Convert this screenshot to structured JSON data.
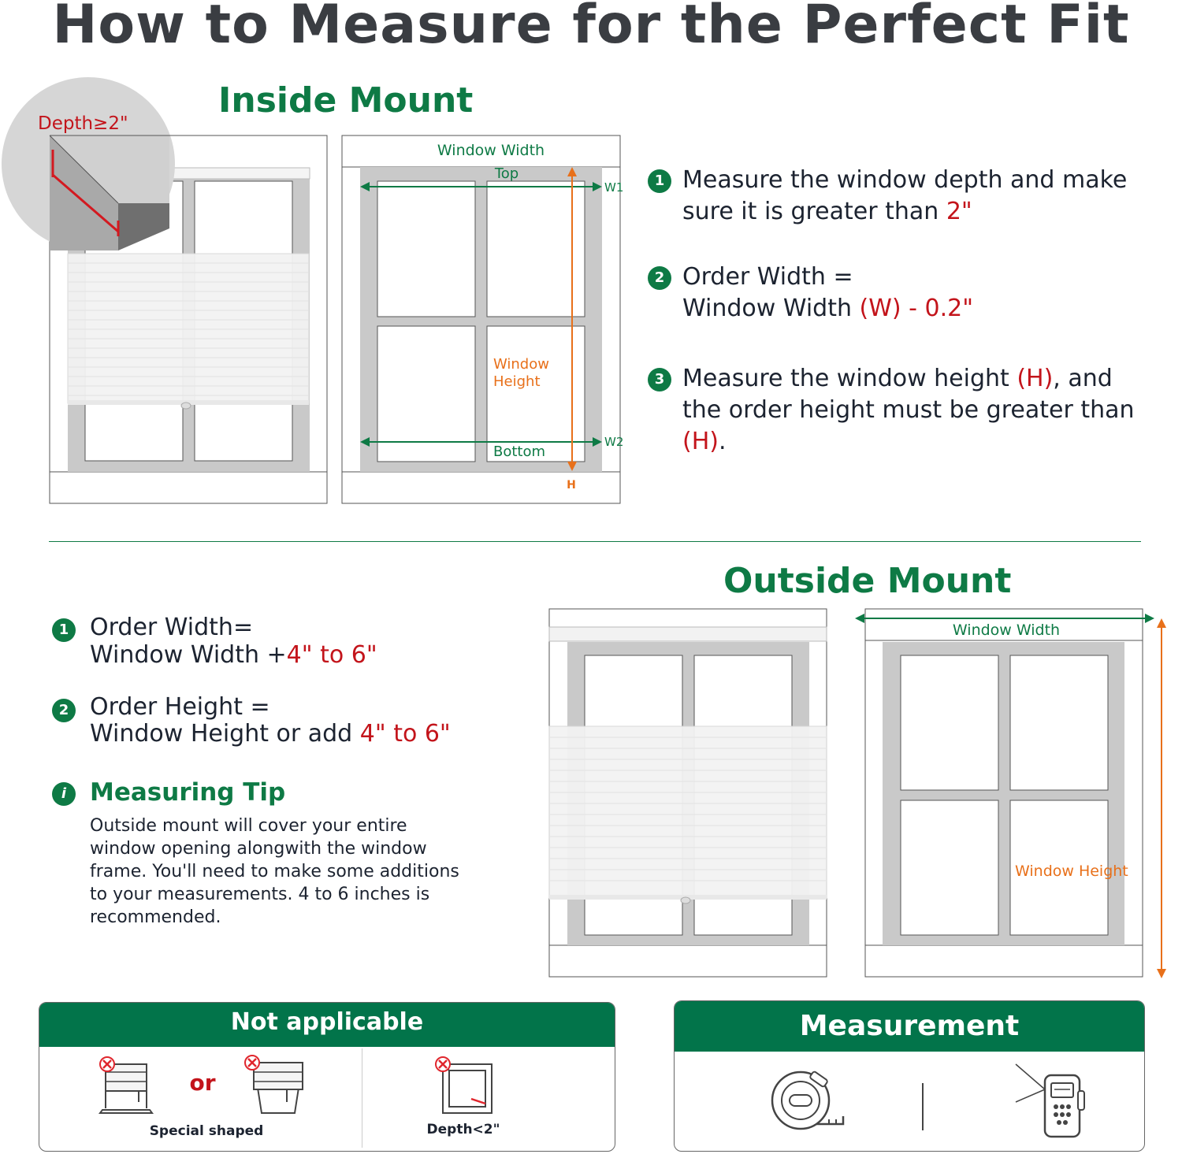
{
  "title": "How to Measure for the Perfect Fit",
  "inside": {
    "heading": "Inside Mount",
    "depth_label": "Depth≥2\"",
    "window_width": "Window Width",
    "top": "Top",
    "bottom": "Bottom",
    "window_height_1": "Window",
    "window_height_2": "Height",
    "w1": "W1",
    "w2": "W2",
    "h": "H",
    "steps": [
      {
        "num": "1",
        "line1": "Measure the window depth and make",
        "line2a": "sure it is greater than ",
        "line2b": "2\""
      },
      {
        "num": "2",
        "line1": "Order Width =",
        "line2a": "Window Width ",
        "line2b": "(W) - 0.2\""
      },
      {
        "num": "3",
        "line1a": "Measure the window height ",
        "line1b": "(H)",
        "line1c": ", and",
        "line2": "the order height must be greater than",
        "line3a": "(H)",
        "line3b": "."
      }
    ]
  },
  "outside": {
    "heading": "Outside Mount",
    "window_width": "Window Width",
    "window_height": "Window Height",
    "steps": [
      {
        "num": "1",
        "line1": "Order Width=",
        "line2a": "Window Width +",
        "line2b": "4\" to 6\""
      },
      {
        "num": "2",
        "line1": "Order Height =",
        "line2a": "Window Height or add ",
        "line2b": "4\" to 6\""
      }
    ],
    "tip_icon": "i",
    "tip_title": "Measuring Tip",
    "tip_lines": [
      "Outside mount will cover your entire",
      "window opening alongwith the window",
      "frame. You'll need to make some additions",
      "to your measurements. 4 to 6 inches is",
      "recommended."
    ]
  },
  "not_applicable": {
    "heading": "Not applicable",
    "or": "or",
    "special_shaped": "Special shaped",
    "depth": "Depth<2\""
  },
  "measurement": {
    "heading": "Measurement"
  },
  "colors": {
    "green": "#0e7a45",
    "red": "#c3141b",
    "orange": "#e8701a",
    "frame_gray": "#c9c9c9"
  }
}
